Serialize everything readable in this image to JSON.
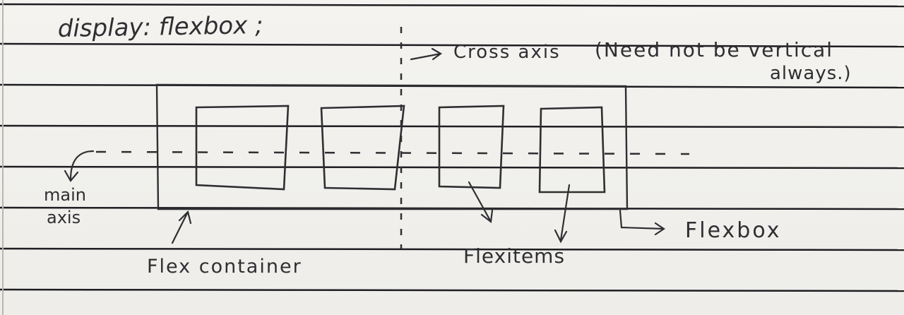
{
  "title": "display: flexbox ;",
  "labels": {
    "cross_axis": "Cross axis",
    "cross_axis_note_line1": "(Need not be vertical",
    "cross_axis_note_line2": "always.)",
    "main_axis_line1": "main",
    "main_axis_line2": "axis",
    "flex_container": "Flex container",
    "flex_items": "Flexitems",
    "flexbox": "Flexbox"
  },
  "colors": {
    "paper": "#f3f2ee",
    "ruled_line": "#1e1e22",
    "ink": "#2f2f33"
  },
  "flex_item_count": 4
}
